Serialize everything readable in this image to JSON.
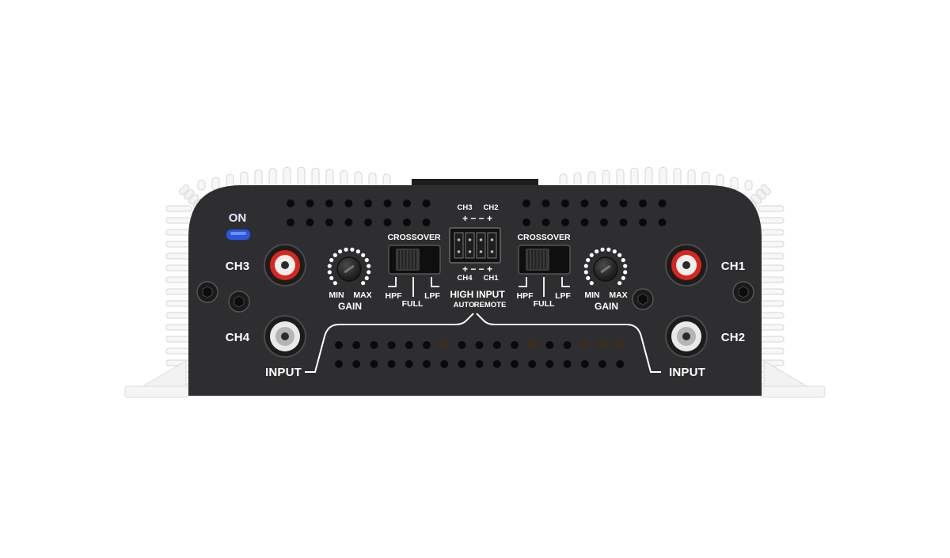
{
  "panel": {
    "power_label": "ON",
    "channels": {
      "ch1": "CH1",
      "ch2": "CH2",
      "ch3": "CH3",
      "ch4": "CH4"
    },
    "input_left": "INPUT",
    "input_right": "INPUT",
    "gain_left": {
      "min": "MIN",
      "max": "MAX",
      "label": "GAIN"
    },
    "gain_right": {
      "min": "MIN",
      "max": "MAX",
      "label": "GAIN"
    },
    "crossover_left": {
      "title": "CROSSOVER",
      "hpf": "HPF",
      "full": "FULL",
      "lpf": "LPF"
    },
    "crossover_right": {
      "title": "CROSSOVER",
      "hpf": "HPF",
      "full": "FULL",
      "lpf": "LPF"
    },
    "high_input": {
      "top_left": "CH3",
      "top_right": "CH2",
      "top_signs": "+ −   − +",
      "bottom_signs": "+ −   − +",
      "bottom_left": "CH4",
      "bottom_right": "CH1",
      "title": "HIGH INPUT",
      "auto": "AUTO",
      "remote": "REMOTE"
    }
  },
  "colors": {
    "faceplate": "#2e2e30",
    "heatsink": "#f4f4f4",
    "led": "#2a55e0",
    "rca_red": "#d8261c",
    "rca_white": "#e9e9e9"
  }
}
